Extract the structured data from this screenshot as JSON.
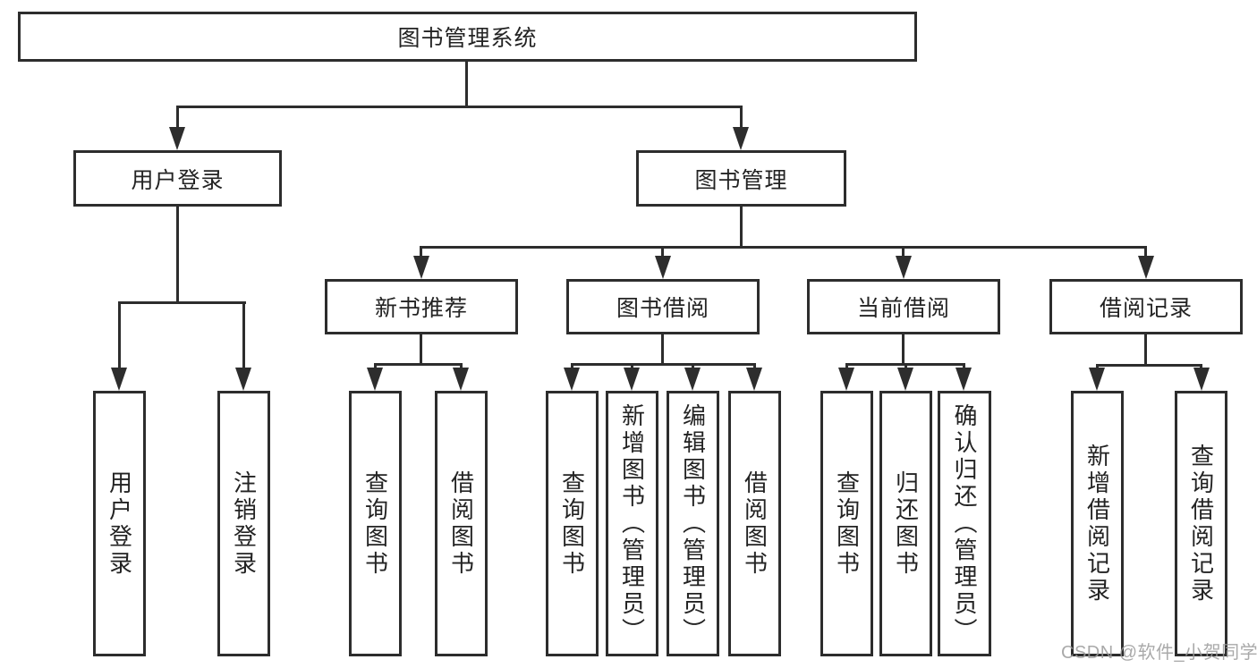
{
  "diagram": {
    "root": "图书管理系统",
    "level2": {
      "user_login": "用户登录",
      "book_mgmt": "图书管理"
    },
    "level3": {
      "new_books": "新书推荐",
      "book_borrow": "图书借阅",
      "current_borrow": "当前借阅",
      "borrow_records": "借阅记录"
    },
    "level4": {
      "user_login_children": [
        "用户登录",
        "注销登录"
      ],
      "new_books_children": [
        "查询图书",
        "借阅图书"
      ],
      "book_borrow_children": [
        "查询图书",
        "新增图书（管理员）",
        "编辑图书（管理员）",
        "借阅图书"
      ],
      "current_borrow_children": [
        "查询图书",
        "归还图书",
        "确认归还（管理员）"
      ],
      "borrow_records_children": [
        "新增借阅记录",
        "查询借阅记录"
      ]
    },
    "colors": {
      "line": "#2d2d2d",
      "box_border": "#2d2d2d",
      "text": "#232323",
      "watermark_text": "#9b9b9b",
      "background": "#ffffff"
    }
  },
  "watermark": "CSDN @软件_小贺同学"
}
